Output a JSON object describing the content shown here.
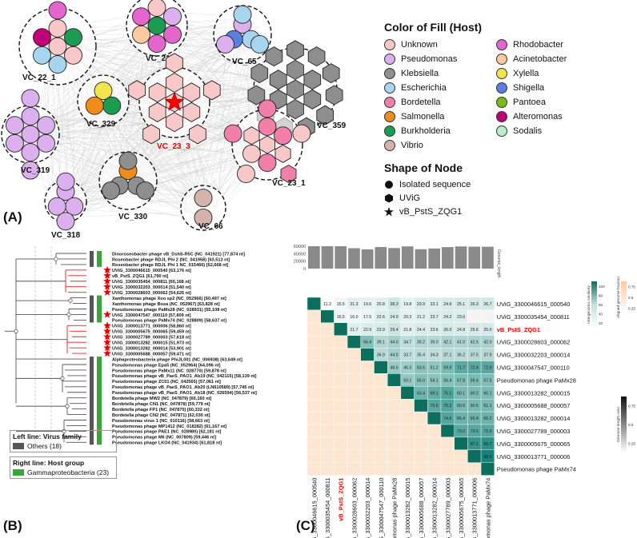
{
  "panelA": {
    "label": "(A)",
    "clusters": [
      {
        "name": "VC_22_1",
        "fills": [
          "pink",
          "pink",
          "green",
          "pink",
          "lightblue",
          "lightblue",
          "purple",
          "magenta"
        ]
      },
      {
        "name": "VC_21",
        "fills": [
          "green",
          "pink",
          "lavender",
          "magenta",
          "magenta",
          "peach",
          "magenta",
          "lavender"
        ]
      },
      {
        "name": "VC_65",
        "fills": [
          "lavender",
          "lightblue",
          "royalblue",
          "lightblue",
          "lightblue",
          "lavender"
        ]
      },
      {
        "name": "VC_329",
        "fills": [
          "yellow",
          "green",
          "orange"
        ]
      },
      {
        "name": "VC_23_3",
        "fills": [
          "pink",
          "pink",
          "pink",
          "pink",
          "pink",
          "pink",
          "pink",
          "pink",
          "pink",
          "pink",
          "pink",
          "pink"
        ]
      },
      {
        "name": "VC_359",
        "fills": [
          "gray",
          "gray",
          "gray",
          "gray",
          "gray",
          "gray",
          "gray",
          "gray",
          "gray",
          "gray",
          "gray",
          "gray",
          "gray",
          "gray",
          "gray",
          "gray",
          "gray",
          "gray"
        ]
      },
      {
        "name": "VC_319",
        "fills": [
          "lavender",
          "lavender",
          "lavender",
          "lavender",
          "lavender",
          "lavender",
          "lavender",
          "lavender",
          "lavender"
        ]
      },
      {
        "name": "VC_23_1",
        "fills": [
          "pink",
          "hotpink",
          "hotpink",
          "pink",
          "hotpink",
          "pink",
          "pink",
          "hotpink",
          "pink",
          "hotpink",
          "pink",
          "hotpink"
        ]
      },
      {
        "name": "VC_330",
        "fills": [
          "orange",
          "gray",
          "gray",
          "gray",
          "gray",
          "gray"
        ]
      },
      {
        "name": "VC_318",
        "fills": [
          "lavender",
          "lavender",
          "lavender",
          "lavender",
          "lavender"
        ]
      },
      {
        "name": "VC_66",
        "fills": [
          "tan",
          "tan"
        ]
      }
    ],
    "legend_fill_title": "Color of Fill (Host)",
    "legend_fill": [
      {
        "label": "Unknown",
        "color": "#f8c8c8"
      },
      {
        "label": "Rhodobacter",
        "color": "#e466cc"
      },
      {
        "label": "Pseudomonas",
        "color": "#dcb0ee"
      },
      {
        "label": "Acinetobacter",
        "color": "#fcc9a0"
      },
      {
        "label": "Klebsiella",
        "color": "#8e8e8e"
      },
      {
        "label": "Xylella",
        "color": "#f2e44c"
      },
      {
        "label": "Escherichia",
        "color": "#a8d4f0"
      },
      {
        "label": "Shigella",
        "color": "#5a7fe0"
      },
      {
        "label": "Bordetella",
        "color": "#f27fa8"
      },
      {
        "label": "Pantoea",
        "color": "#7db81e"
      },
      {
        "label": "Salmonella",
        "color": "#f08c1a"
      },
      {
        "label": "Alteromonas",
        "color": "#c00078"
      },
      {
        "label": "Burkholderia",
        "color": "#1c9c50"
      },
      {
        "label": "Sodalis",
        "color": "#b8f0c8"
      },
      {
        "label": "Vibrio",
        "color": "#d4b4aa"
      }
    ],
    "legend_shape_title": "Shape of Node",
    "legend_shape": [
      "Isolated sequence",
      "UViG",
      "vB_PstS_ZQG1"
    ]
  },
  "panelB": {
    "label": "(B)",
    "leaves": [
      {
        "label": "Dinoroseobacter phage vB_DshS-R5C (NC_041921) [77,874 nt]",
        "star": false
      },
      {
        "label": "Roseobacter phage RDJL Phi 2 (NC_041958) [63,513 nt]",
        "star": false
      },
      {
        "label": "Roseobacter phage RDJL Phi 1 NC_015466) [62,668 nt]",
        "star": false
      },
      {
        "label": "UViG_3300046615_000540 [63,176 nt]",
        "star": true
      },
      {
        "label": "vB_PstS_ZQG1 [61,790 nt]",
        "star": true
      },
      {
        "label": "UViG_3300035454_000811 [60,168 nt]",
        "star": true
      },
      {
        "label": "UViG_3300032203_000014 [51,540 nt]",
        "star": true
      },
      {
        "label": "UViG_3300028603_000062 [54,626 nt]",
        "star": true
      },
      {
        "label": "Xanthomonas phage Xoo sp2 (NC_052966) [60,497 nt]",
        "star": false
      },
      {
        "label": "Xanthomonas phage Bosa (NC_052967) [63,828 nt]",
        "star": false
      },
      {
        "label": "Pseudomonas phage PaMx28 (NC_028931) [55,108 nt]",
        "star": false
      },
      {
        "label": "UViG_3300047547_000110 [57,809 nt]",
        "star": true
      },
      {
        "label": "Pseudomonas phage PaMx74 (NC_028809) [58,637 nt]",
        "star": false
      },
      {
        "label": "UViG_3300013771_000006 [58,860 nt]",
        "star": true
      },
      {
        "label": "UViG_3300005675_000065 [59,459 nt]",
        "star": true
      },
      {
        "label": "UViG_3300027789_000003 [57,618 nt]",
        "star": true
      },
      {
        "label": "UViG_3300013282_000015 [51,973 nt]",
        "star": true
      },
      {
        "label": "UViG_3300013282_000014 [53,901 nt]",
        "star": true
      },
      {
        "label": "UViG_3300005688_000057 [59,471 nt]",
        "star": true
      },
      {
        "label": "Alphaproteobacteria phage PhiJL001 (NC_006938) [63,649 nt]",
        "star": false
      },
      {
        "label": "Pseudomonas phage Epa5 (NC_052964) [64,096 nt]",
        "star": false
      },
      {
        "label": "Pseudomonas phage PaMx11 (NC_028770) [59,878 nt]",
        "star": false
      },
      {
        "label": "Pseudomonas phage vB_PaeS_PAO1_Ab19 (NC_042115) [58,139 nt]",
        "star": false
      },
      {
        "label": "Pseudomonas phage ZC01 (NC_042565) [57,061 nt]",
        "star": false
      },
      {
        "label": "Pseudomonas phage vB_PaeS_PAO1_Ab20 (LN610589) [57,745 nt]",
        "star": false
      },
      {
        "label": "Pseudomonas phage vB_PaeS_PAO1_Ab18 (NC_026594) [56,537 nt]",
        "star": false
      },
      {
        "label": "Bordetella phage MW2 (NC_047879) [60,160 nt]",
        "star": false
      },
      {
        "label": "Bordetella phage CN1 (NC_047878) [59,779 nt]",
        "star": false
      },
      {
        "label": "Bordetella phage FP1 (NC_047870) [60,332 nt]",
        "star": false
      },
      {
        "label": "Bordetella phage CN2 (NC_047871) [62,030 nt]",
        "star": false
      },
      {
        "label": "Pseudomonas virus 1 (NC_010116) [58,663 nt]",
        "star": false
      },
      {
        "label": "Pseudomonas phage MP1412 (NC_018282) [61,167 nt]",
        "star": false
      },
      {
        "label": "Pseudomonas phage PAE1 (NC_028980) [62,181 nt]",
        "star": false
      },
      {
        "label": "Pseudomonas phage M6 (NC_007809) [59,446 nt]",
        "star": false
      },
      {
        "label": "Pseudomonas phage LKO4 (NC_041934) [61,818 nt]",
        "star": false
      }
    ],
    "legend_left_title": "Left line: Virus family",
    "legend_left_item": "Others (18)",
    "legend_left_color": "#555555",
    "legend_right_title": "Right line: Host group",
    "legend_right_item": "Gammaproteobacteria (23)",
    "legend_right_color": "#3aa63a"
  },
  "panelC": {
    "label": "(C)",
    "genome_axis_ticks": [
      "60000",
      "40000",
      "20000",
      "0"
    ],
    "genome_axis_title": "Genome_length",
    "genome_lengths": [
      63176,
      60168,
      61790,
      54626,
      51540,
      57809,
      55108,
      59471,
      51973,
      53901,
      57618,
      59459,
      58860,
      58637
    ],
    "row_labels": [
      "UViG_3300046615_000540",
      "UViG_3300035454_000811",
      "vB_PstS_ZQG1",
      "UViG_3300028603_000062",
      "UViG_3300032203_000014",
      "UViG_3300047547_000110",
      "Pseudomonas phage PaMx28",
      "UViG_3300013282_000015",
      "UViG_3300005688_000057",
      "UViG_3300013282_000014",
      "UViG_3300027789_000003",
      "UViG_3300005675_000065",
      "UViG_3300013771_000006",
      "Pseudomonas phage PaMx74"
    ],
    "col_labels": [
      "UViG_3300046615_000540",
      "UViG_3300035454_000811",
      "vB_PstS_ZQG1",
      "UViG_3300028603_000062",
      "UViG_3300032203_000014",
      "UViG_3300047547_000110",
      "Pseudomonas phage PaMx28",
      "UViG_3300013282_000015",
      "UViG_3300005688_000057",
      "UViG_3300013282_000014",
      "UViG_3300027789_000003",
      "UViG_3300005675_000065",
      "UViG_3300013771_000006",
      "Pseudomonas phage PaMx74"
    ],
    "highlight_label": "vB_PstS_ZQG1",
    "upper_values": [
      [
        11.3,
        15.5,
        21.3,
        19.6,
        20.8,
        28.3,
        19.8,
        23.9,
        23.1,
        24.6,
        25.1,
        26.3,
        26.7
      ],
      [
        16.5,
        16.0,
        17.5,
        22.6,
        24.9,
        20.3,
        21.2,
        23.7,
        24.2,
        23.6
      ],
      [
        21.7,
        22.9,
        23.9,
        29.4,
        21.8,
        24.4,
        23.6,
        26.0,
        24.8,
        25.6,
        25.0
      ],
      [
        56.4,
        39.1,
        44.0,
        34.7,
        39.2,
        39.0,
        42.1,
        41.0,
        42.5,
        42.0
      ],
      [
        36.9,
        44.5,
        33.7,
        35.4,
        34.3,
        37.1,
        36.2,
        37.5,
        37.9
      ],
      [
        48.5,
        46.3,
        53.5,
        51.2,
        59.8,
        71.7,
        72.4,
        72.9
      ],
      [
        50.1,
        56.0,
        54.1,
        56.4,
        57.8,
        59.4,
        57.5
      ],
      [
        63.4,
        69.1,
        75.1,
        60.1,
        60.2,
        60.1
      ],
      [
        72.6,
        75.2,
        60.5,
        60.6,
        61.1
      ],
      [
        74.6,
        65.4,
        65.4,
        65.2
      ],
      [
        73.0,
        73.6,
        73.6
      ],
      [
        87.1,
        89.7
      ],
      [
        98.6
      ]
    ],
    "legend_identity_title": "Intergenomic similarity",
    "legend_identity_ticks": [
      "20",
      "40",
      "60",
      "80",
      "100"
    ],
    "legend_aligned_title": "Aligned genome fraction",
    "legend_aligned_ticks": [
      "0.25",
      "0.5",
      "0.75"
    ],
    "legend_ratio_title": "Genome length ratio",
    "legend_ratio_ticks": [
      "0.25",
      "0.5",
      "0.75"
    ]
  }
}
